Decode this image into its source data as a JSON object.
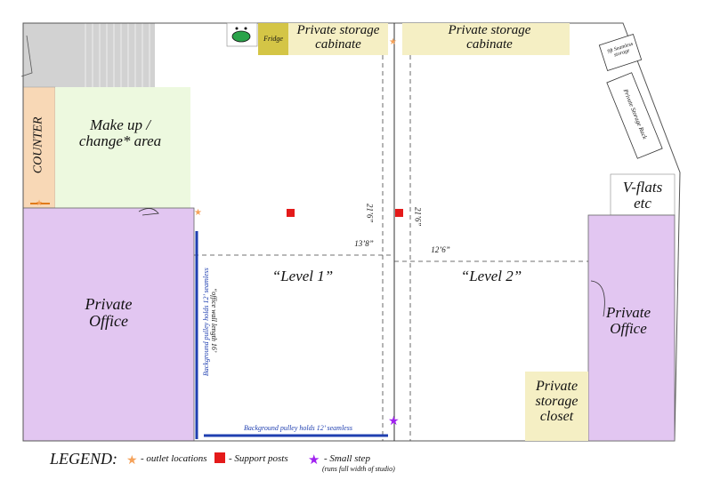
{
  "floor_plan": {
    "rooms": {
      "private_storage_cabinet_1": "Private storage cabinate",
      "private_storage_cabinet_2": "Private storage cabinate",
      "fridge": "Fridge",
      "counter": "COUNTER",
      "makeup_area": "Make up / change* area",
      "private_office_left": "Private Office",
      "private_office_right": "Private Office",
      "v_flats": "V-flats etc",
      "private_storage_closet": "Private storage closet",
      "seamless_storage": "9ft Seamless storage",
      "private_storage_rack": "Private Storage Rack",
      "level_1": "“Level 1”",
      "level_2": "“Level 2”"
    },
    "dimensions": {
      "dim_13_8": "13’8”",
      "dim_12_6": "12’6”",
      "dim_21_6_left": "21’6”",
      "dim_21_6_right": "21’6”"
    },
    "annotations": {
      "pulley_vertical_line1": "Background pulley holds 12’ seamless",
      "pulley_vertical_line2": "“office wall length 16’",
      "pulley_horizontal": "Background pulley holds 12’ seamless"
    },
    "legend": {
      "title": "LEGEND:",
      "outlet": "- outlet locations",
      "support": "- Support posts",
      "step": "- Small step",
      "step_note": "(runs full width of studio)"
    },
    "colors": {
      "purple_room": "#e2c6f1",
      "cream_storage": "#f5efc4",
      "olive_fridge": "#d4c546",
      "peach_counter": "#f8d8b6",
      "mint_makeup": "#edf9df",
      "outlet_star": "#f5a25a",
      "support_post": "#e41a1a",
      "small_step": "#a020f0",
      "pulley_blue": "#1f3fb0",
      "gray_stair": "#d2d2d2"
    }
  }
}
